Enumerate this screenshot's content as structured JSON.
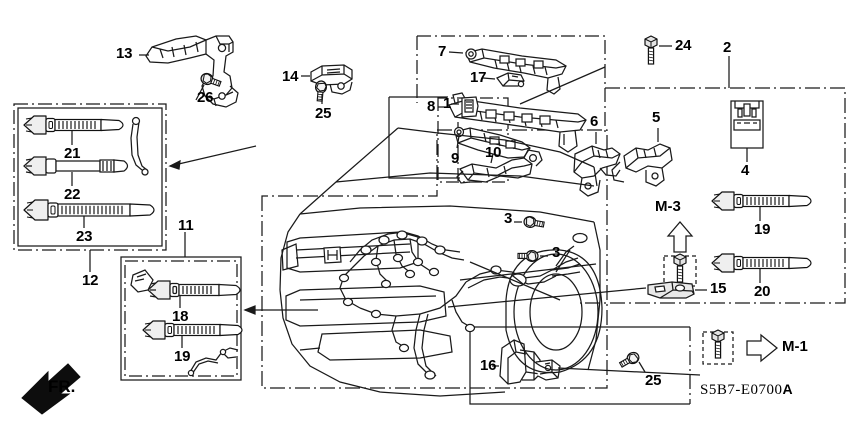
{
  "diagram": {
    "part_number": "S5B7-E0700",
    "part_number_suffix": "A",
    "orientation_marker": "FR.",
    "section_markers": [
      {
        "id": "m3",
        "label": "M-3",
        "direction": "up"
      },
      {
        "id": "m1",
        "label": "M-1",
        "direction": "right"
      }
    ]
  },
  "callouts": {
    "c1": "1",
    "c2": "2",
    "c3a": "3",
    "c3b": "3",
    "c4": "4",
    "c5": "5",
    "c6": "6",
    "c7": "7",
    "c8": "8",
    "c9": "9",
    "c10": "10",
    "c11": "11",
    "c12": "12",
    "c13": "13",
    "c14": "14",
    "c15": "15",
    "c16": "16",
    "c17": "17",
    "c18": "18",
    "c19a": "19",
    "c19b": "19",
    "c20": "20",
    "c21": "21",
    "c22": "22",
    "c23": "23",
    "c24": "24",
    "c25a": "25",
    "c25b": "25",
    "c26": "26"
  },
  "colors": {
    "line": "#1a1a1a",
    "background": "#ffffff",
    "fill_light": "#f2f2f2",
    "fill_mid": "#d8d8d8",
    "fill_dark": "#9a9a9a"
  }
}
